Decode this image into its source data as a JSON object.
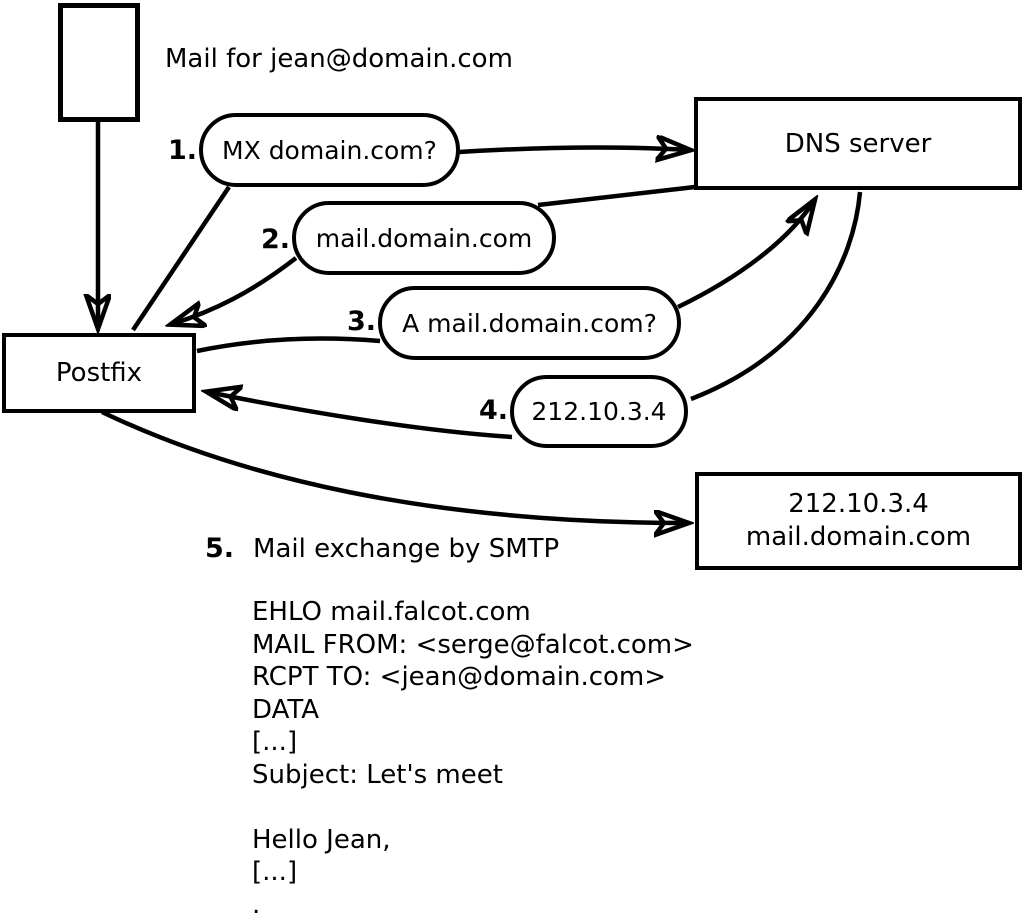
{
  "diagram": {
    "title": "Mail for jean@domain.com",
    "nodes": {
      "postfix": "Postfix",
      "dns_server": "DNS server",
      "mail_server_line1": "212.10.3.4",
      "mail_server_line2": "mail.domain.com"
    },
    "steps": [
      {
        "number": "1.",
        "label": "MX domain.com?"
      },
      {
        "number": "2.",
        "label": "mail.domain.com"
      },
      {
        "number": "3.",
        "label": "A mail.domain.com?"
      },
      {
        "number": "4.",
        "label": "212.10.3.4"
      },
      {
        "number": "5.",
        "label": "Mail exchange by SMTP"
      }
    ],
    "colors": {
      "line": "#000000",
      "background": "#ffffff",
      "node_fill": "#ffffff"
    }
  },
  "smtp_session": {
    "lines": [
      "EHLO mail.falcot.com",
      "MAIL FROM: <serge@falcot.com>",
      "RCPT TO: <jean@domain.com>",
      "DATA",
      "[...]",
      "Subject: Let's meet",
      "",
      "Hello Jean,",
      "[...]",
      "."
    ]
  }
}
